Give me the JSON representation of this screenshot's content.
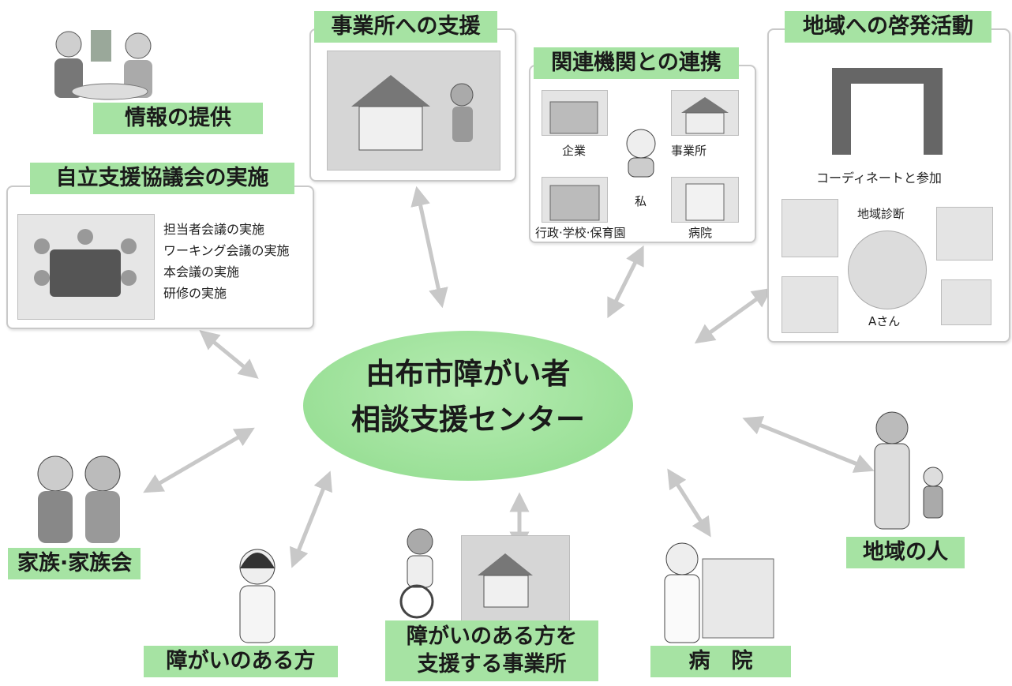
{
  "center": {
    "line1": "由布市障がい者",
    "line2": "相談支援センター"
  },
  "nodes": {
    "info": {
      "label": "情報の提供"
    },
    "council": {
      "label": "自立支援協議会の実施",
      "items": [
        "担当者会議の実施",
        "ワーキング会議の実施",
        "本会議の実施",
        "研修の実施"
      ]
    },
    "office_support": {
      "label": "事業所への支援"
    },
    "coordination": {
      "label": "関連機関との連携",
      "company": "企業",
      "office": "事業所",
      "me": "私",
      "admin": "行政·学校·保育園",
      "hospital": "病院"
    },
    "awareness": {
      "label": "地域への啓発活動",
      "coordinate": "コーディネートと参加",
      "diagnosis": "地域診断",
      "person": "Aさん"
    },
    "family": {
      "label": "家族·家族会"
    },
    "disabled_person": {
      "label": "障がいのある方"
    },
    "support_office": {
      "line1": "障がいのある方を",
      "line2": "支援する事業所"
    },
    "hospital": {
      "label": "病　院"
    },
    "community": {
      "label": "地域の人"
    }
  },
  "colors": {
    "label_green": "#a6e3a3",
    "ellipse_green": "#8fdb8c",
    "arrow_gray": "#c8c8c8",
    "panel_border": "#c9c9c9"
  }
}
